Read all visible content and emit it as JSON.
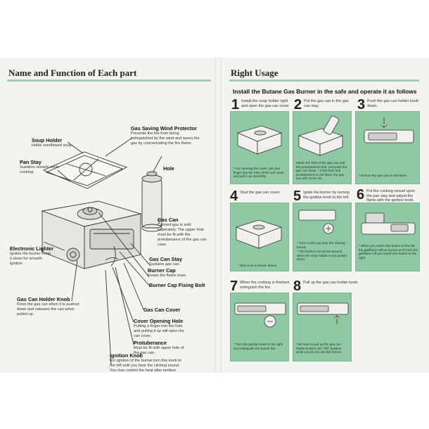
{
  "left": {
    "title": "Name and Function of Each part",
    "parts": [
      {
        "id": "soup-holder",
        "name": "Soup Holder",
        "desc": "Holds overflowed soup."
      },
      {
        "id": "gas-saving",
        "name": "Gas Saving Wind Protector",
        "desc": "Prevents the fire from being extinguished by the wind and saves the gas by concentrating the fire flame."
      },
      {
        "id": "pan-stay",
        "name": "Pan Stay",
        "desc": "Sustains vessels while cooking."
      },
      {
        "id": "hole",
        "name": "Hole",
        "desc": ""
      },
      {
        "id": "gas-can",
        "name": "Gas Can",
        "desc": "Canned gas is sold seperately. The upper hole must be fit with the protuberance of the gas can case."
      },
      {
        "id": "electronic-lighter",
        "name": "Electronic Lighter",
        "desc": "Ignites the burner Keep it clean for smooth ignition"
      },
      {
        "id": "gas-can-stay",
        "name": "Gas Can Stay",
        "desc": "Sustains gas can."
      },
      {
        "id": "burner-cap",
        "name": "Burner Cap",
        "desc": "Keeps the flame even."
      },
      {
        "id": "burner-cap-bolt",
        "name": "Burner Cap Fixing Bolt",
        "desc": ""
      },
      {
        "id": "holder-knob",
        "name": "Gas Can Holder Knob",
        "desc": "Fixes the gas can when it is pushed down and releases the can when pulled up."
      },
      {
        "id": "gas-can-cover",
        "name": "Gas Can Cover",
        "desc": ""
      },
      {
        "id": "cover-opening",
        "name": "Cover Opening Hole",
        "desc": "Putting a finger into the hole and pulling it up will open the can cover."
      },
      {
        "id": "protuberance",
        "name": "Protuberance",
        "desc": "Must be fit with upper hole of the gas can."
      },
      {
        "id": "ignition-knob",
        "name": "Ignition Knob",
        "desc": "For ignition of the burner,turn this knob to the left until you hear the clicking sound. You may control the heat after ignition."
      }
    ]
  },
  "right": {
    "title": "Right Usage",
    "intro": "Install the Butane Gas Burner in the safe and operate it as follows",
    "steps": [
      {
        "num": "1",
        "text": "Install the soup holder right and open the gas can cover",
        "notes": [
          "* For opening the cover, put your finger into the hole of the can cover and pull it up smoothly."
        ]
      },
      {
        "num": "2",
        "text": "Put the gas can in the gas can stay.",
        "notes": [
          "Match the hole of the gas can and the protuberance first, and push the gas can down. * If the hole and protuberance is not fitted, the gas can will not be set."
        ]
      },
      {
        "num": "3",
        "text": "Push the gas can holder knob down.",
        "notes": [
          "* Ensure the gas can is well fixed."
        ]
      },
      {
        "num": "4",
        "text": "Shut the gas can cover.",
        "notes": [
          "* Shut it as is shown above."
        ]
      },
      {
        "num": "5",
        "text": "Ignite the burner by turning the ignition knob to the left.",
        "notes": [
          "* Turn it until you hear the clicking sound.",
          "* The knob is not turned around when the soup holder is put upside down."
        ]
      },
      {
        "num": "6",
        "text": "Put the cooking vessel upon the pan stay and adjust the flame with the ignition knob.",
        "notes": [
          "* When you switch the button to the left the gasflame will be turned on.To turn the gasflame off you switch the button to the right."
        ]
      },
      {
        "num": "7",
        "text": "When the cooking is finished extinguish the fire.",
        "notes": [
          "* Turn the ignition knob to the right and extinguish the burner fire."
        ]
      },
      {
        "num": "8",
        "text": "Pull up the gas can holder knob.",
        "notes": [
          "* Be sure to pull up the gas can holder knob to the \"Off\" position while you do not use the burner."
        ]
      }
    ]
  },
  "colors": {
    "panel": "#8fc9a4",
    "rule": "#9fcfb4",
    "paper": "#f3f3f1"
  }
}
